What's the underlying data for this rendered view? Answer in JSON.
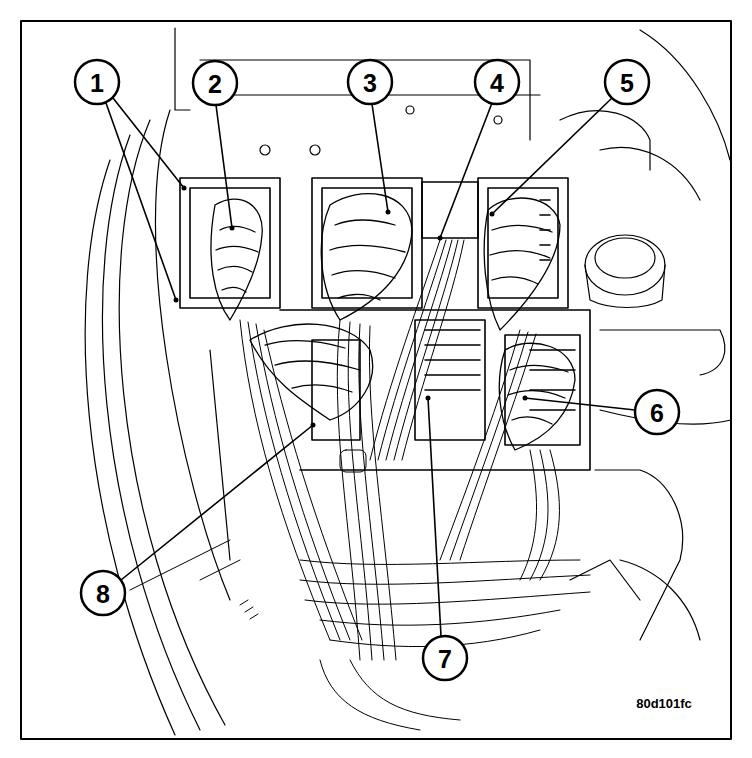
{
  "diagram": {
    "labels": [
      "1",
      "2",
      "3",
      "4",
      "5",
      "6",
      "7",
      "8",
      "80d101fc"
    ]
  }
}
